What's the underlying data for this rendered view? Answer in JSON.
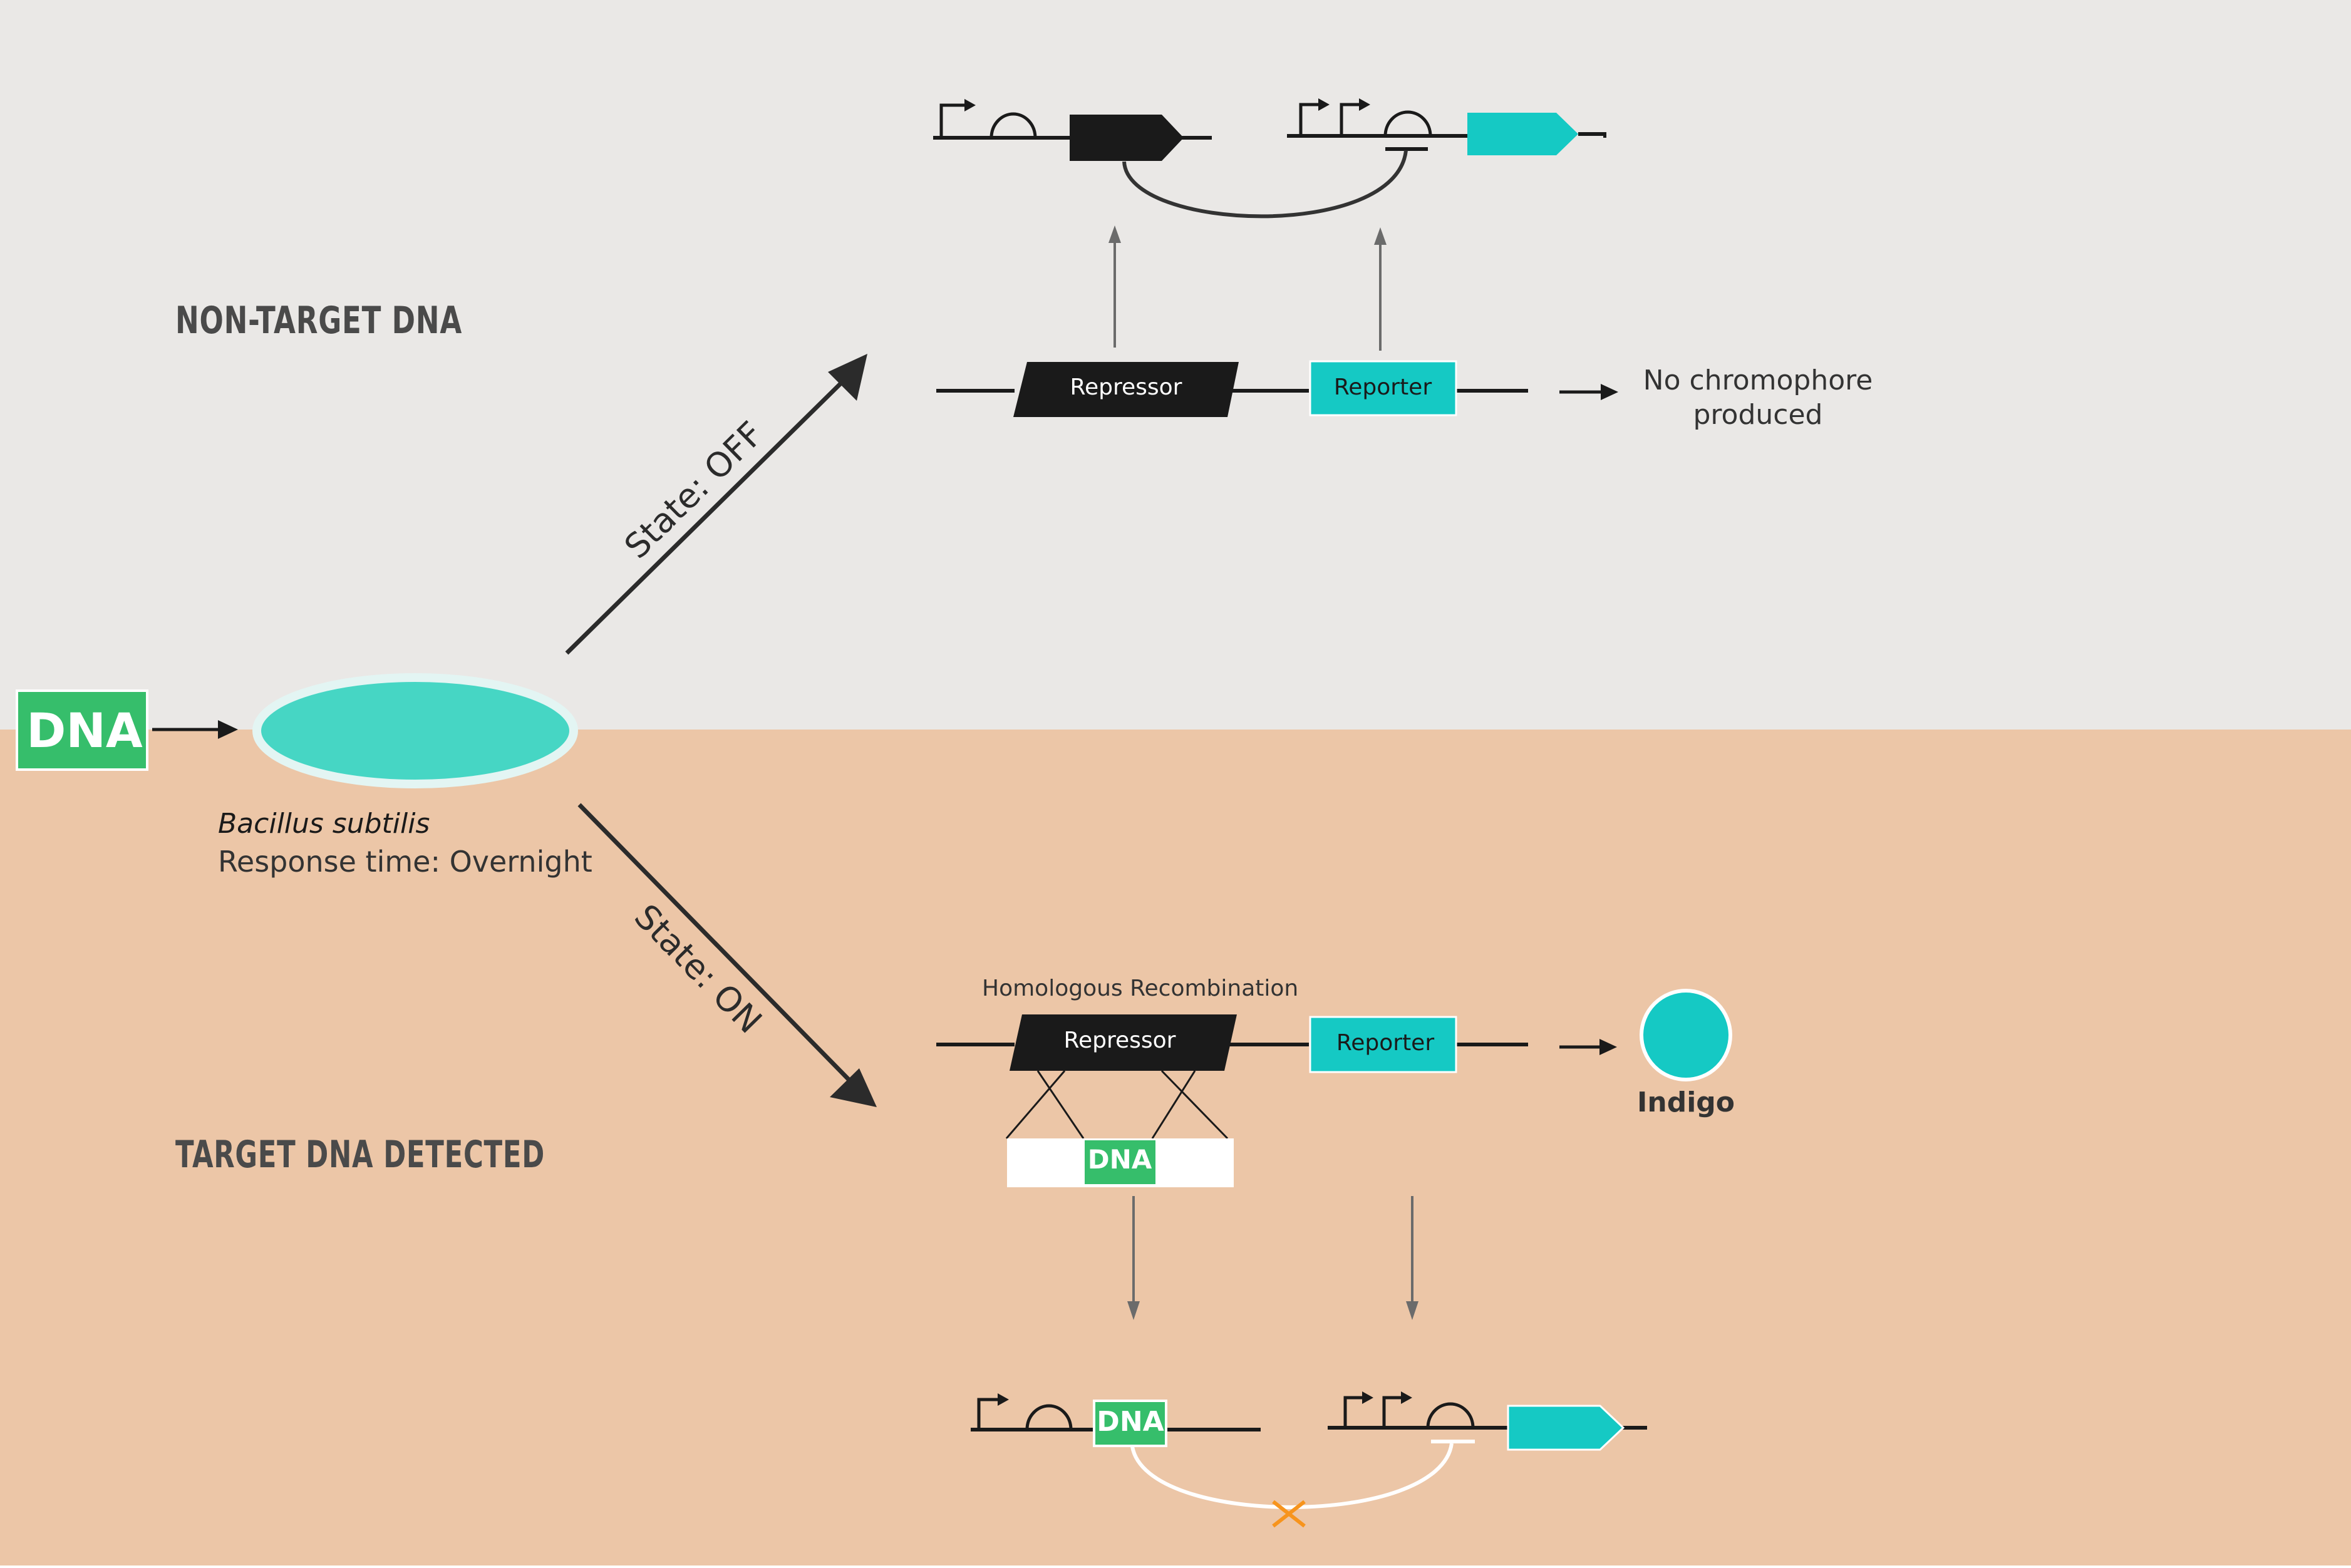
{
  "colors": {
    "top_background": "#EAE8E6",
    "bottom_background": "#ECC6A7",
    "teal": "#15C9C4",
    "cell_fill": "#46D6C4",
    "green": "#36BE6B",
    "black": "#1A1A1A",
    "grey_arrow": "#6B6B6B",
    "orange_cross": "#F7941D"
  },
  "sections": {
    "top_heading": "NON-TARGET DNA",
    "bottom_heading": "TARGET DNA DETECTED"
  },
  "input": {
    "dna_label": "DNA"
  },
  "cell": {
    "organism": "Bacillus subtilis",
    "response_time": "Response time: Overnight"
  },
  "state_off": {
    "label": "State: OFF",
    "repressor_label": "Repressor",
    "reporter_label": "Reporter",
    "outcome": [
      "No chromophore",
      "produced"
    ]
  },
  "state_on": {
    "label": "State: ON",
    "recombination_label": "Homologous Recombination",
    "repressor_label": "Repressor",
    "reporter_label": "Reporter",
    "inserted_dna_label": "DNA",
    "product_label": "Indigo",
    "final_dna_label": "DNA"
  }
}
